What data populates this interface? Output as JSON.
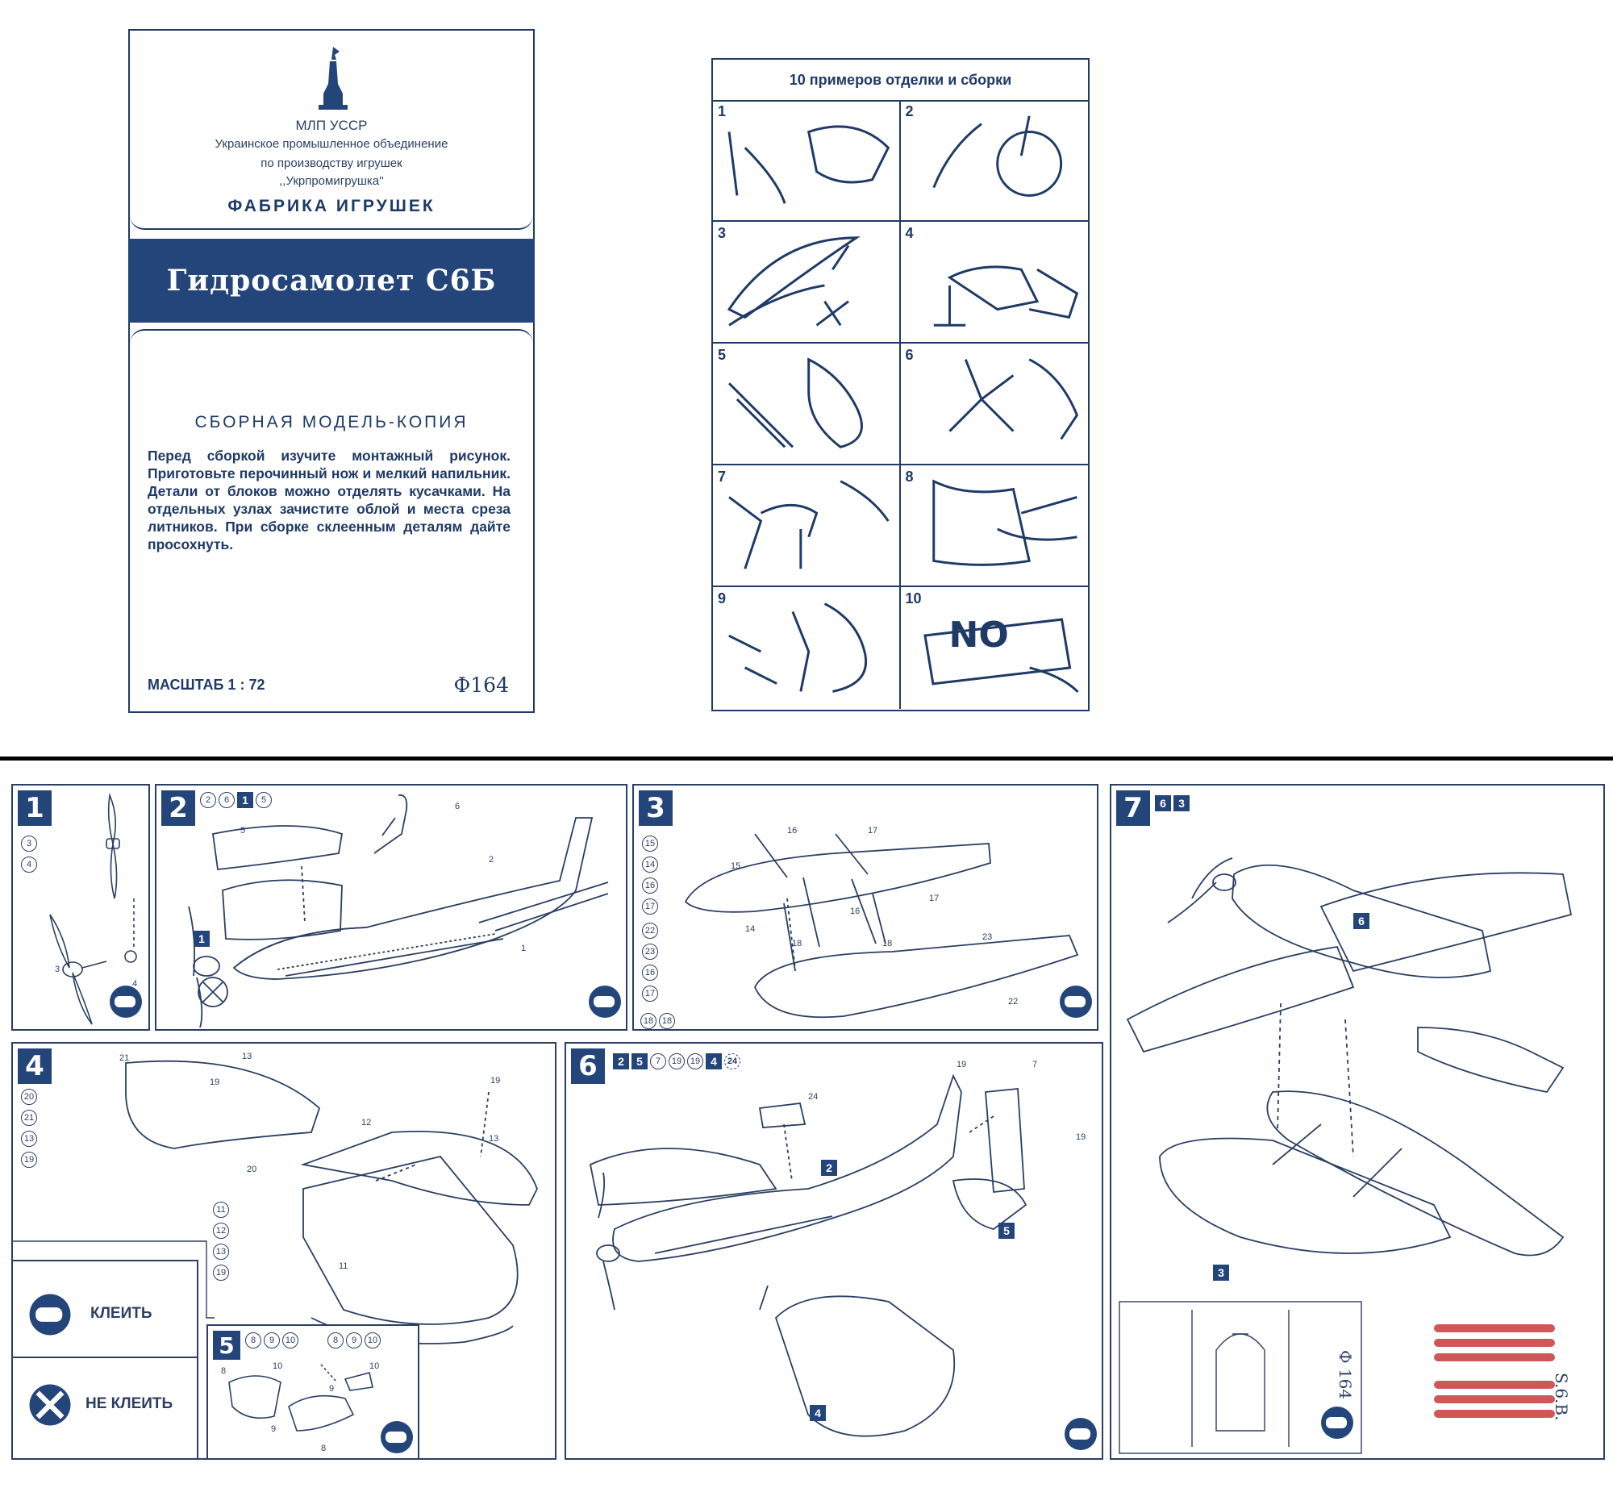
{
  "card": {
    "org_line1": "МЛП   УССР",
    "org_line2": "Украинское промышленное объединение",
    "org_line3": "по производству игрушек",
    "org_line4": ",,Укрпромигрушка''",
    "factory": "ФАБРИКА  ИГРУШЕК",
    "title": "Гидросамолет  С6Б",
    "subtitle": "СБОРНАЯ МОДЕЛЬ-КОПИЯ",
    "instructions": "Перед сборкой изучите монтажный рисунок. Приготовьте перочинный нож и мелкий напильник. Детали от блоков можно отделять кусачками. На отдельных узлах зачистите облой и места среза литников. При сборке склеенным деталям дайте просохнуть.",
    "scale": "МАСШТАБ 1 : 72",
    "code": "Ф164"
  },
  "examples": {
    "heading": "10 примеров отделки и сборки",
    "cells": [
      {
        "num": "1"
      },
      {
        "num": "2"
      },
      {
        "num": "3"
      },
      {
        "num": "4"
      },
      {
        "num": "5"
      },
      {
        "num": "6"
      },
      {
        "num": "7"
      },
      {
        "num": "8"
      },
      {
        "num": "9"
      },
      {
        "num": "10"
      }
    ],
    "cell10_text": "NO"
  },
  "steps": {
    "s1": {
      "label": "1",
      "col_tags": [
        "3",
        "4"
      ],
      "callouts": [
        "3",
        "4"
      ]
    },
    "s2": {
      "label": "2",
      "row_tags": [
        {
          "t": "2",
          "k": "circle"
        },
        {
          "t": "6",
          "k": "circle"
        },
        {
          "t": "1",
          "k": "square"
        },
        {
          "t": "5",
          "k": "circle"
        }
      ],
      "callouts": [
        "5",
        "6",
        "2",
        "1",
        "1"
      ]
    },
    "s3": {
      "label": "3",
      "col_tags_a": [
        "15",
        "14",
        "16",
        "17"
      ],
      "col_tags_b": [
        "22",
        "23",
        "16",
        "17"
      ],
      "pair": [
        "18",
        "18"
      ],
      "callouts": [
        "16",
        "17",
        "15",
        "16",
        "17",
        "14",
        "18",
        "18",
        "23",
        "22"
      ]
    },
    "s4": {
      "label": "4",
      "col_tags_a": [
        "20",
        "21",
        "13",
        "19"
      ],
      "col_tags_b": [
        "11",
        "12",
        "13",
        "19"
      ],
      "callouts": [
        "21",
        "13",
        "19",
        "20",
        "19",
        "12",
        "13",
        "11"
      ]
    },
    "s5": {
      "label": "5",
      "row_tags_a": [
        "8",
        "9",
        "10"
      ],
      "row_tags_b": [
        "8",
        "9",
        "10"
      ],
      "callouts": [
        "8",
        "10",
        "9",
        "9",
        "10",
        "8"
      ]
    },
    "s6": {
      "label": "6",
      "row_tags": [
        {
          "t": "2",
          "k": "square"
        },
        {
          "t": "5",
          "k": "square"
        },
        {
          "t": "7",
          "k": "circle"
        },
        {
          "t": "19",
          "k": "circle"
        },
        {
          "t": "19",
          "k": "circle"
        },
        {
          "t": "4",
          "k": "square"
        },
        {
          "t": "24",
          "k": "dash"
        }
      ],
      "callouts": [
        "24",
        "19",
        "7",
        "19",
        "2",
        "5",
        "4"
      ]
    },
    "s7": {
      "label": "7",
      "row_tags": [
        {
          "t": "6",
          "k": "square"
        },
        {
          "t": "3",
          "k": "square"
        }
      ],
      "callouts": [
        "6",
        "3"
      ]
    }
  },
  "legend": {
    "glue": "КЛЕИТЬ",
    "no_glue": "НЕ КЛЕИТЬ"
  },
  "stamp": {
    "code": "Ф 164",
    "name": "S.6.B."
  },
  "colors": {
    "ink": "#1f3a66",
    "band": "#24457a",
    "stamp": "#c63a3a"
  }
}
